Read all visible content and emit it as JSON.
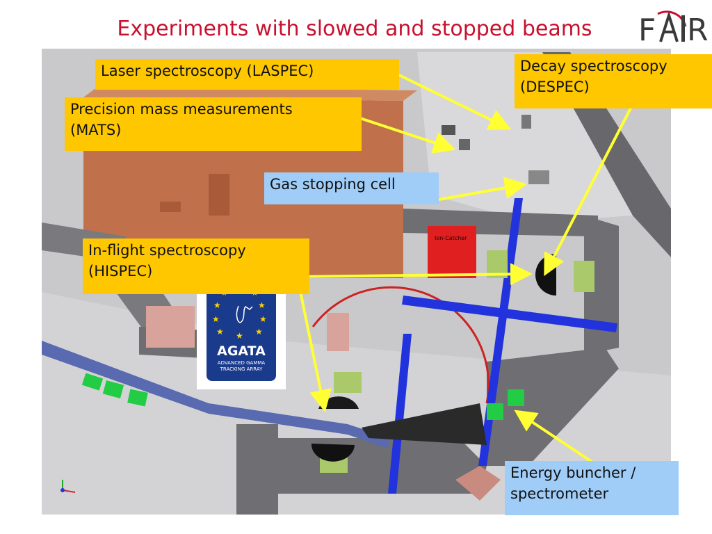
{
  "title": "Experiments with slowed and stopped beams",
  "logo": {
    "text": "FAIR",
    "color": "#3a3a3a",
    "accent": "#c8102e"
  },
  "labels": {
    "laspec": "Laser spectroscopy  (LASPEC)",
    "mats": "Precision mass measurements\n(MATS)",
    "despec": "Decay spectroscopy\n(DESPEC)",
    "gas": "Gas stopping cell",
    "hispec": "In-flight spectroscopy\n(HISPEC)",
    "buncher": "Energy buncher /\nspectrometer"
  },
  "agata": {
    "name": "AGATA",
    "subtitle_1": "ADVANCED GAMMA",
    "subtitle_2": "TRACKING ARRAY"
  },
  "scene_sign": "Ion-Catcher",
  "colors": {
    "title": "#c8102e",
    "label_yellow": "#ffc700",
    "label_blue": "#9fcdf7",
    "arrow": "#ffff33",
    "floor": "#c8c8c8",
    "wall": "#6e6e73",
    "building": "#c2734a",
    "beam_blue": "#2233dd",
    "magnet_green": "#22cc44"
  }
}
